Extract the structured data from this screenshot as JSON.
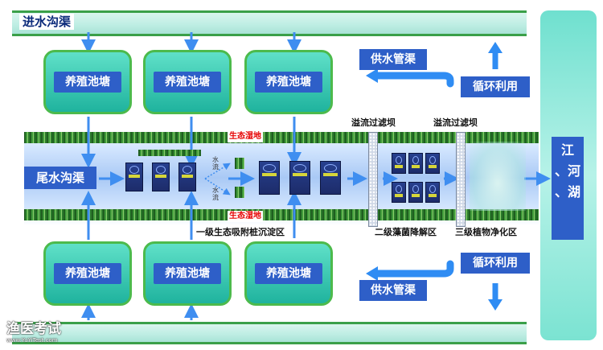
{
  "labels": {
    "inlet_channel": "进水沟渠",
    "tail_channel": "尾水沟渠",
    "pond": "养殖池塘",
    "supply_pipe": "供水管渠",
    "recycle": "循环利用",
    "wetland": "生态湿地",
    "overflow_dam": "溢流过滤坝",
    "stage1": "一级生态吸附桩沉淀区",
    "stage2": "二级藻菌降解区",
    "stage3": "三级植物净化区",
    "water_flow_1": "水流",
    "water_flow_2": "水流",
    "destination_1": "江",
    "destination_2": "、河",
    "destination_3": "、湖",
    "watermark": "渔医考试",
    "watermark_url": "www.YuYiTest.com"
  },
  "colors": {
    "label_blue": "#2e5fc8",
    "arrow_blue": "#3f8ef0",
    "red_text": "#e60000",
    "pond_green": "#4cba4c"
  }
}
